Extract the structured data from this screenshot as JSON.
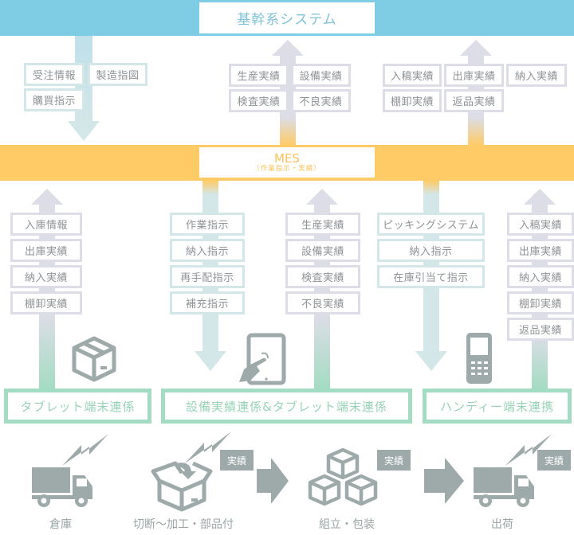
{
  "header": {
    "title": "基幹系システム"
  },
  "mes": {
    "title": "MES",
    "subtitle": "（作業指示・実績）"
  },
  "top_flows": {
    "down_left": [
      "受注情報",
      "製造指図",
      "購買指示"
    ],
    "up_middle": [
      "生産実績",
      "設備実績",
      "検査実績",
      "不良実績"
    ],
    "up_right": [
      "入稿実績",
      "出庫実績",
      "納入実績",
      "棚卸実績",
      "返品実績"
    ]
  },
  "bottom_flows": {
    "warehouse_up": [
      "入庫情報",
      "出庫実績",
      "納入実績",
      "棚卸実績"
    ],
    "equipment_down": [
      "作業指示",
      "納入指示",
      "再手配指示",
      "補充指示"
    ],
    "equipment_up": [
      "生産実績",
      "設備実績",
      "検査実績",
      "不良実績"
    ],
    "handy_down": [
      "ピッキングシステム",
      "納入指示",
      "在庫引当て指示"
    ],
    "handy_up": [
      "入稿実績",
      "出庫実績",
      "納入実績",
      "棚卸実績",
      "返品実績"
    ]
  },
  "connections": {
    "tablet": "タブレット端末連係",
    "equipment_tablet": "設備実績連係&タブレット端末連係",
    "handy": "ハンディー端末連携"
  },
  "process_steps": [
    {
      "label": "倉庫",
      "icon": "truck-icon",
      "badge": ""
    },
    {
      "label": "切断〜加工・部品付",
      "icon": "open-box-icon",
      "badge": "実績"
    },
    {
      "label": "組立・包装",
      "icon": "stacked-boxes-icon",
      "badge": "実績"
    },
    {
      "label": "出荷",
      "icon": "truck-icon",
      "badge": "実績"
    }
  ],
  "colors": {
    "system_band": "#7fcde4",
    "mes_band": "#fecb67",
    "instruction_arrow": "#d3e6e8",
    "result_arrow": "#dcdde6",
    "connection_border": "#a3dcc2",
    "icon_gray": "#9eaaa9"
  }
}
